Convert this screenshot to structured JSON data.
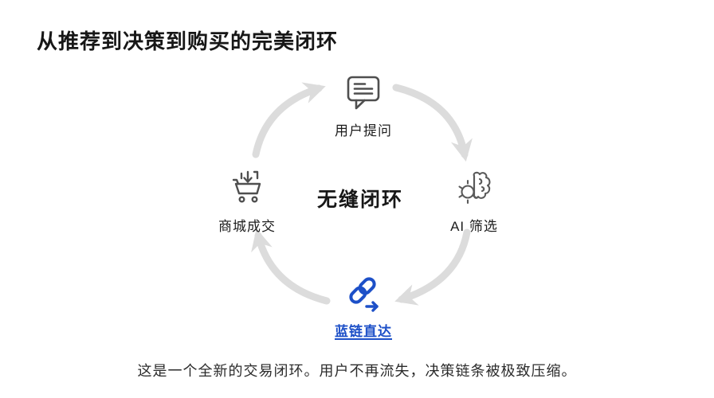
{
  "title": "从推荐到决策到购买的完美闭环",
  "diagram": {
    "center_label": "无缝闭环",
    "flow_direction": "clockwise",
    "nodes": [
      {
        "label": "用户提问",
        "icon": "chat-bubble-icon"
      },
      {
        "label": "AI 筛选",
        "icon": "ai-brain-gear-icon"
      },
      {
        "label": "蓝链直达",
        "icon": "chain-link-arrow-icon",
        "accent": true
      },
      {
        "label": "商城成交",
        "icon": "shopping-cart-icon"
      }
    ]
  },
  "caption": "这是一个全新的交易闭环。用户不再流失，决策链条被极致压缩。",
  "colors": {
    "accent_blue": "#1d50c8",
    "arrow_gray": "#dcdcdc",
    "icon_gray": "#4f4f4f",
    "title_black": "#171717"
  }
}
